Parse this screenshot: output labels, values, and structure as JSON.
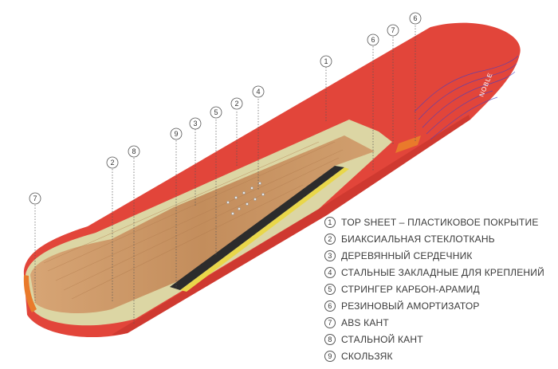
{
  "diagram": {
    "brand": "NOBLE",
    "colors": {
      "topsheet": "#e2453a",
      "glass": "#dcd6a4",
      "wood": "#c99566",
      "abs": "#e97a2b",
      "carbon": "#2c2c2c",
      "stringer_yellow": "#e9d74a"
    },
    "callouts": [
      {
        "num": "1"
      },
      {
        "num": "2"
      },
      {
        "num": "3"
      },
      {
        "num": "4"
      },
      {
        "num": "5"
      },
      {
        "num": "6"
      },
      {
        "num": "7"
      },
      {
        "num": "8"
      },
      {
        "num": "9"
      },
      {
        "num": "2"
      },
      {
        "num": "7"
      },
      {
        "num": "6"
      }
    ]
  },
  "legend": [
    {
      "num": "1",
      "label": "TOP SHEET – ПЛАСТИКОВОЕ ПОКРЫТИЕ"
    },
    {
      "num": "2",
      "label": "БИАКСИАЛЬНАЯ СТЕКЛОТКАНЬ"
    },
    {
      "num": "3",
      "label": "ДЕРЕВЯННЫЙ СЕРДЕЧНИК"
    },
    {
      "num": "4",
      "label": "СТАЛЬНЫЕ ЗАКЛАДНЫЕ ДЛЯ КРЕПЛЕНИЙ"
    },
    {
      "num": "5",
      "label": "СТРИНГЕР КАРБОН-АРАМИД"
    },
    {
      "num": "6",
      "label": "РЕЗИНОВЫЙ АМОРТИЗАТОР"
    },
    {
      "num": "7",
      "label": "ABS КАНТ"
    },
    {
      "num": "8",
      "label": "СТАЛЬНОЙ КАНТ"
    },
    {
      "num": "9",
      "label": "СКОЛЬЗЯК"
    }
  ]
}
